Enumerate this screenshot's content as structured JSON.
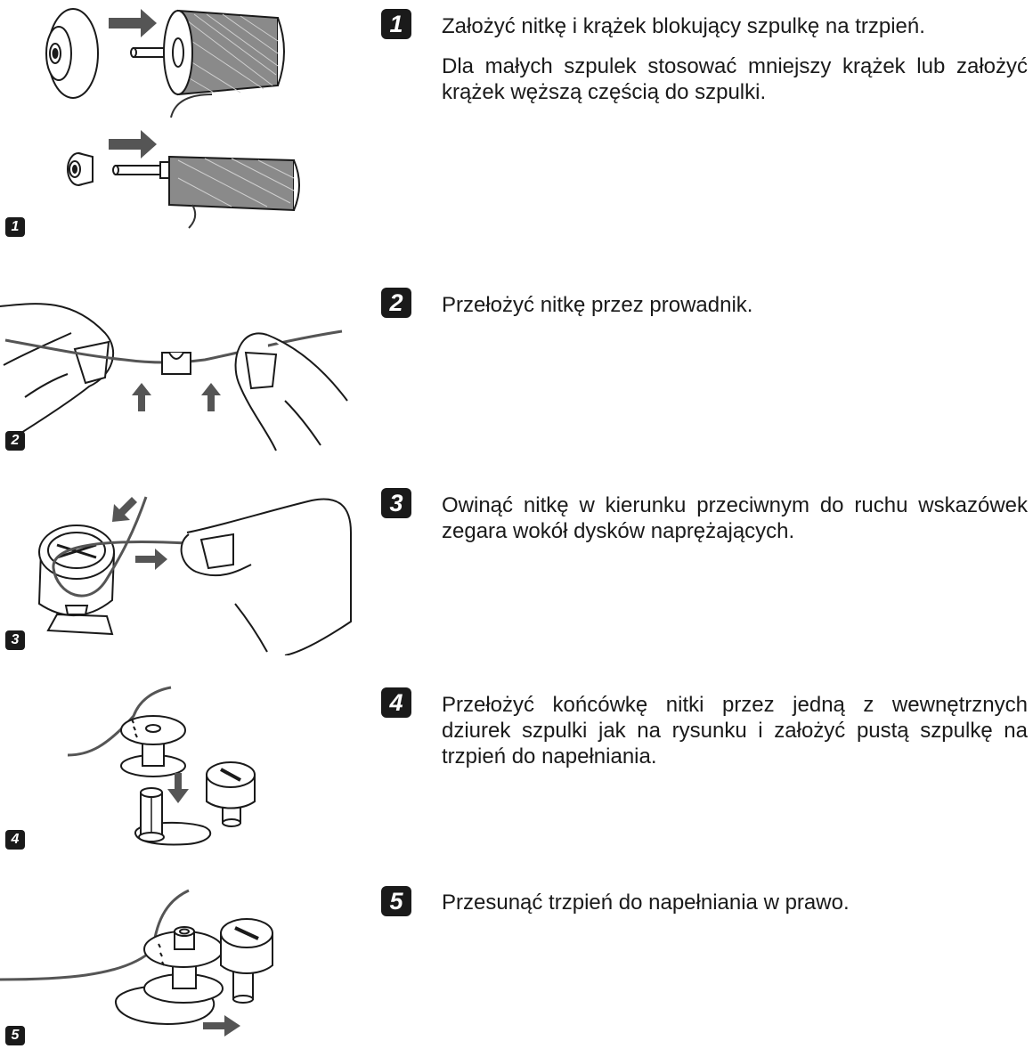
{
  "steps": [
    {
      "number": "1",
      "figure_label": "1",
      "paragraphs": [
        "Założyć nitkę i krążek blokujący szpulkę na trzpień.",
        "Dla małych szpulek stosować mniejszy krążek lub założyć krążek węższą częścią do szpulki."
      ]
    },
    {
      "number": "2",
      "figure_label": "2",
      "paragraphs": [
        "Przełożyć nitkę przez prowadnik."
      ]
    },
    {
      "number": "3",
      "figure_label": "3",
      "paragraphs": [
        "Owinąć nitkę w kierunku przeciwnym do ruchu wskazówek zegara wokół dysków naprężających."
      ]
    },
    {
      "number": "4",
      "figure_label": "4",
      "paragraphs": [
        "Przełożyć końcówkę nitki przez jedną z wewnętrznych dziurek szpulki jak na rysunku i założyć pustą szpulkę na trzpień do napełniania."
      ]
    },
    {
      "number": "5",
      "figure_label": "5",
      "paragraphs": [
        "Przesunąć trzpień do napełniania w prawo."
      ]
    }
  ],
  "colors": {
    "ink": "#1a1a1a",
    "arrow": "#555555",
    "line": "#333333"
  }
}
